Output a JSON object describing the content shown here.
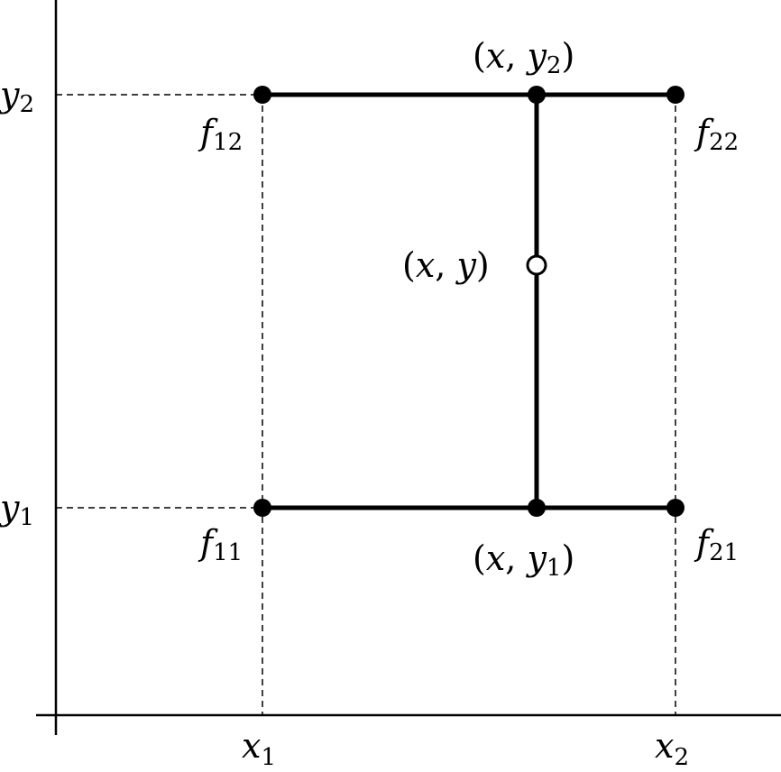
{
  "axes": {
    "x_ticks": [
      {
        "var": "x",
        "sub": "1"
      },
      {
        "var": "x",
        "sub": "2"
      }
    ],
    "y_ticks": [
      {
        "var": "y",
        "sub": "1"
      },
      {
        "var": "y",
        "sub": "2"
      }
    ]
  },
  "corners": [
    {
      "var": "f",
      "sub": "12"
    },
    {
      "var": "f",
      "sub": "22"
    },
    {
      "var": "f",
      "sub": "11"
    },
    {
      "var": "f",
      "sub": "21"
    }
  ],
  "points": {
    "top": {
      "open": "(",
      "x": "x",
      ",": ", ",
      "y": "y",
      "sub": "2",
      "close": ")"
    },
    "bottom": {
      "open": "(",
      "x": "x",
      "y": "y",
      "sub": "1",
      "close": ")"
    },
    "middle": {
      "text_prefix": "(",
      "x": "x",
      "sep": ", ",
      "y": "y",
      "close": ")"
    }
  },
  "colors": {
    "stroke": "#000000",
    "fill_open": "#ffffff"
  }
}
